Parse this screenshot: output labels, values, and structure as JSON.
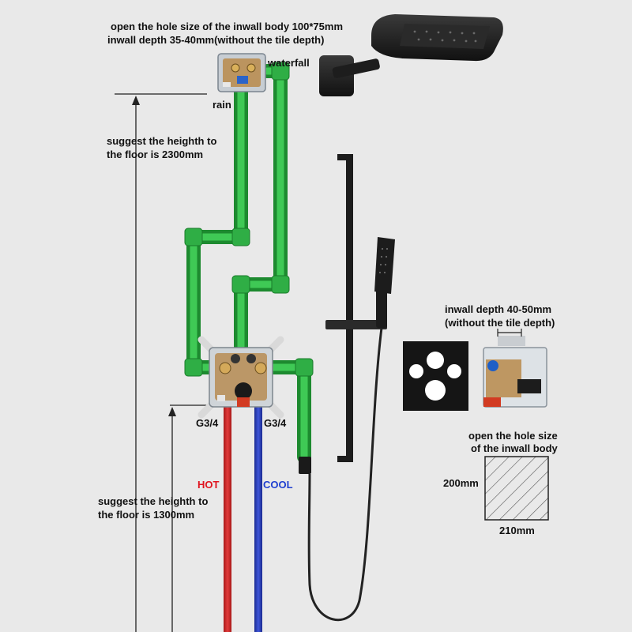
{
  "top_note": {
    "line1": "open the hole size of the inwall body 100*75mm",
    "line2": "inwall depth 35-40mm(without the tile depth)"
  },
  "upper_valve": {
    "waterfall_label": "waterfall",
    "rain_label": "rain"
  },
  "height_upper": {
    "line1": "suggest the heighth to",
    "line2": "the floor is 2300mm"
  },
  "height_lower": {
    "line1": "suggest the heighth to",
    "line2": "the floor is 1300mm"
  },
  "inlets": {
    "left_thread": "G3/4",
    "right_thread": "G3/4",
    "hot_label": "HOT",
    "cool_label": "COOL"
  },
  "mixer_detail": {
    "depth_line1": "inwall depth 40-50mm",
    "depth_line2": "(without the tile depth)"
  },
  "hole_detail": {
    "line1": "open the hole size",
    "line2": "of the inwall body",
    "height_label": "200mm",
    "width_label": "210mm"
  },
  "colors": {
    "background": "#e9e9e9",
    "green_pipe": "#34b648",
    "hot_pipe": "#d42a2a",
    "cool_pipe": "#2a3fbf",
    "hot_text": "#e0141e",
    "cool_text": "#1f3fd0",
    "fixture_black": "#1c1c1c"
  }
}
